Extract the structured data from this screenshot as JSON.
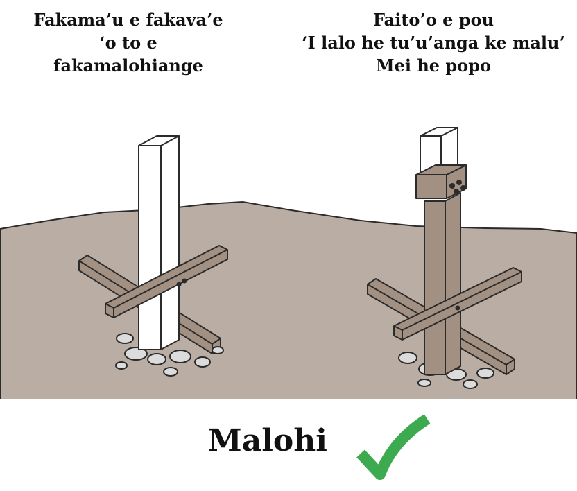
{
  "left_caption": [
    "Fakama’u e fakava’e",
    "‘o to e",
    "fakamalohiange"
  ],
  "right_caption": [
    "Faito’o e pou",
    "‘I lalo he tu’u’anga ke malu’",
    "Mei he popo"
  ],
  "result_label": "Malohi",
  "icons": [
    "check-icon"
  ],
  "colors": {
    "ground": "#b9ada4",
    "timber": "#a29183",
    "outline": "#2b2b2b",
    "check": "#3daa4f"
  }
}
